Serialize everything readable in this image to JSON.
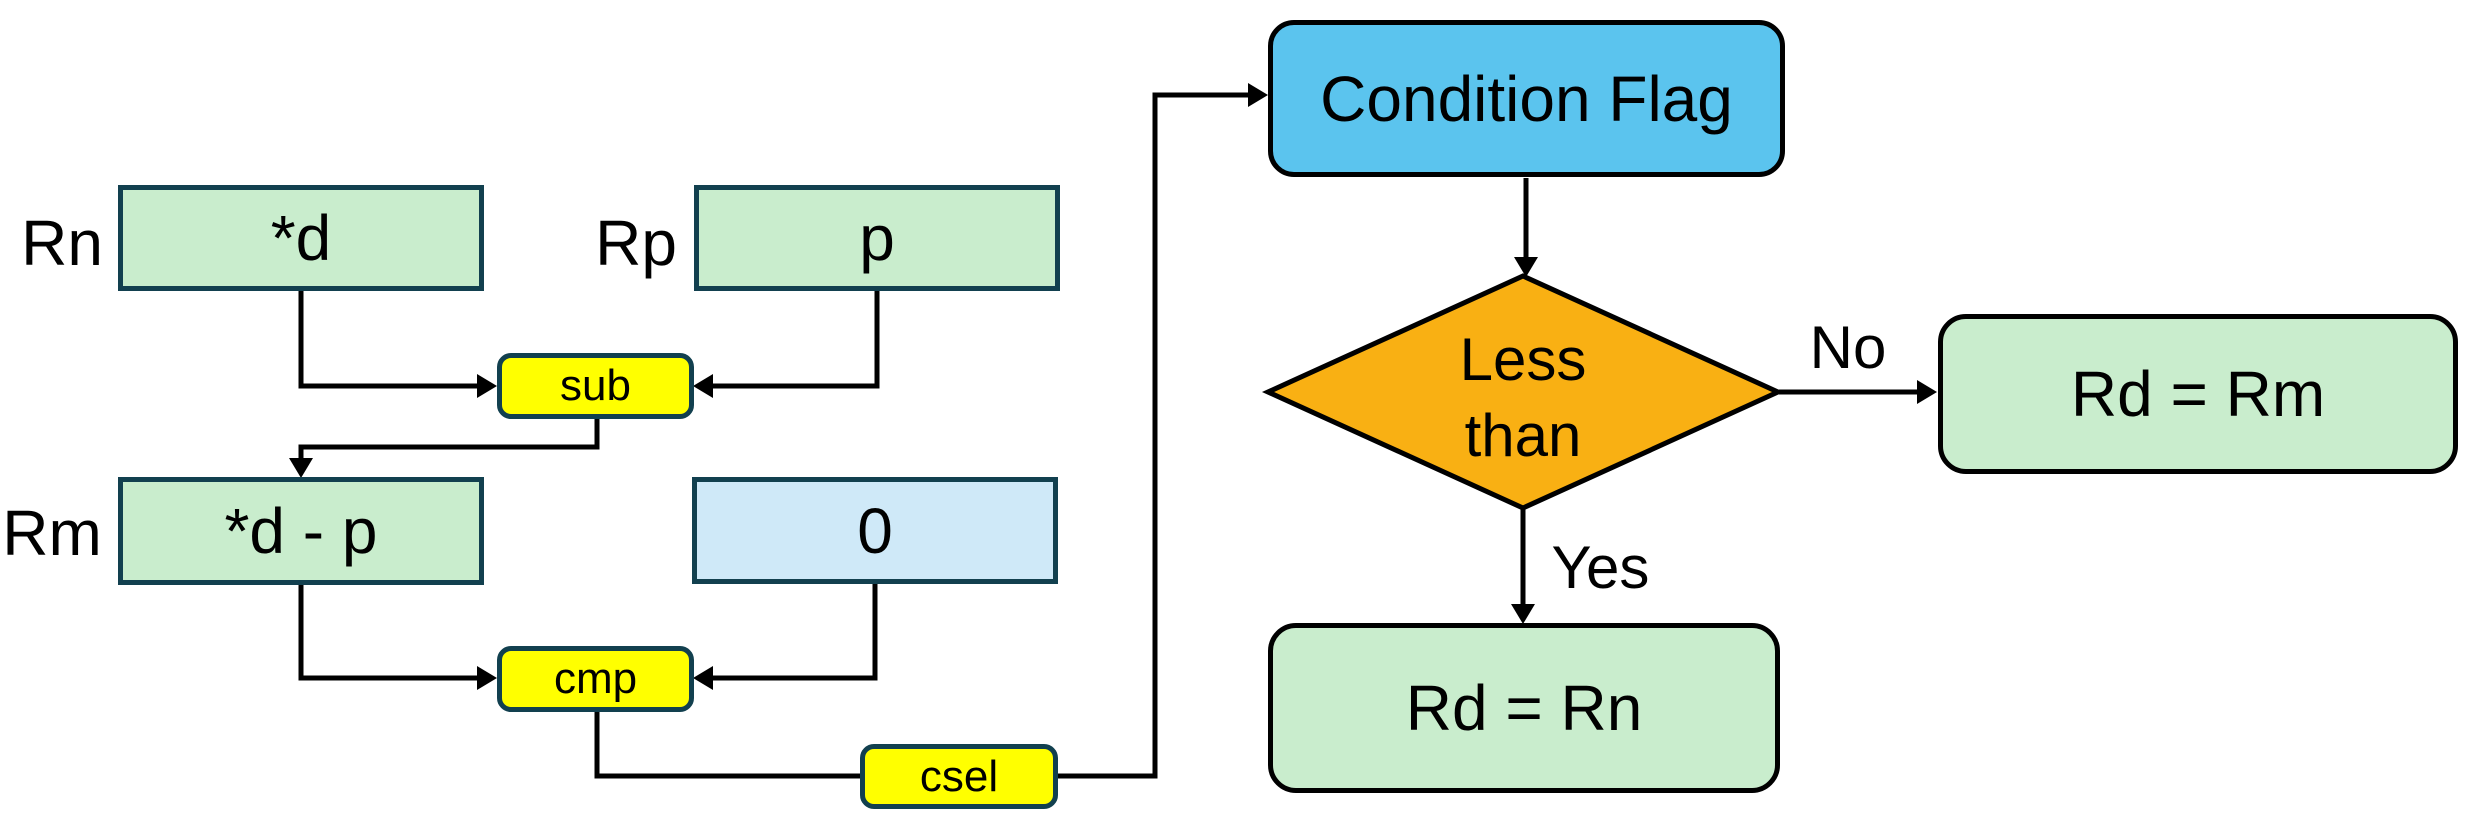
{
  "diagram": {
    "registers": {
      "rn": {
        "label": "Rn",
        "value": "*d"
      },
      "rp": {
        "label": "Rp",
        "value": "p"
      },
      "rm": {
        "label": "Rm",
        "value": "*d - p"
      }
    },
    "constant": {
      "value": "0"
    },
    "operations": {
      "sub": {
        "label": "sub"
      },
      "cmp": {
        "label": "cmp"
      },
      "csel": {
        "label": "csel"
      }
    },
    "flowchart": {
      "condition_flag_label": "Condition Flag",
      "decision": {
        "line1": "Less",
        "line2": "than"
      },
      "branch_no": {
        "label": "No",
        "result": "Rd = Rm"
      },
      "branch_yes": {
        "label": "Yes",
        "result": "Rd = Rn"
      }
    },
    "colors": {
      "register_fill": "#C9EDCD",
      "register_border": "#12404F",
      "constant_fill": "#CFE9F8",
      "operation_fill": "#FFFF00",
      "condition_flag_fill": "#5BC4EE",
      "decision_fill": "#F9B013",
      "result_fill": "#C9EDCD",
      "connector": "#000000"
    }
  }
}
